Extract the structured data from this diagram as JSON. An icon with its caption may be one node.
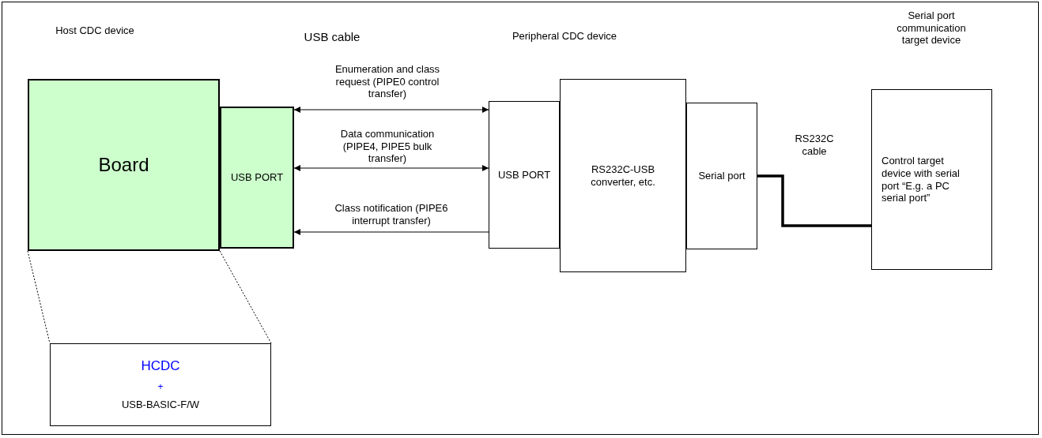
{
  "diagram": {
    "nodes": [
      {
        "text": [
          "Board"
        ]
      },
      {
        "text": [
          "USB PORT"
        ]
      },
      {
        "text": [
          "USB PORT"
        ]
      },
      {
        "text": [
          "RS232C-USB converter, etc."
        ]
      },
      {
        "text": [
          "Serial port"
        ]
      },
      {
        "text": [
          "Control target device with serial port “E.g. a PC serial port”"
        ]
      },
      {
        "text": [
          "HCDC",
          "+",
          "USB-BASIC-F/W"
        ]
      }
    ],
    "edges": [
      {
        "from": 1,
        "to": 2,
        "arrow": "both",
        "label": "Enumeration and class request (PIPE0 control transfer)"
      },
      {
        "from": 1,
        "to": 2,
        "arrow": "both",
        "label": "Data communication (PIPE4, PIPE5 bulk transfer)"
      },
      {
        "from": 2,
        "to": 1,
        "arrow": "to",
        "label": "Class notification (PIPE6 interrupt transfer)"
      },
      {
        "from": 4,
        "to": 5,
        "arrow": "none",
        "style": "thick",
        "label": "RS232C cable"
      },
      {
        "from": 0,
        "to": 6,
        "arrow": "none",
        "style": "dashed"
      },
      {
        "from": 0,
        "to": 6,
        "arrow": "none",
        "style": "dashed"
      }
    ],
    "labels": [
      "Host CDC device",
      "USB cable",
      "Peripheral CDC device",
      "Serial port communication target device"
    ]
  }
}
